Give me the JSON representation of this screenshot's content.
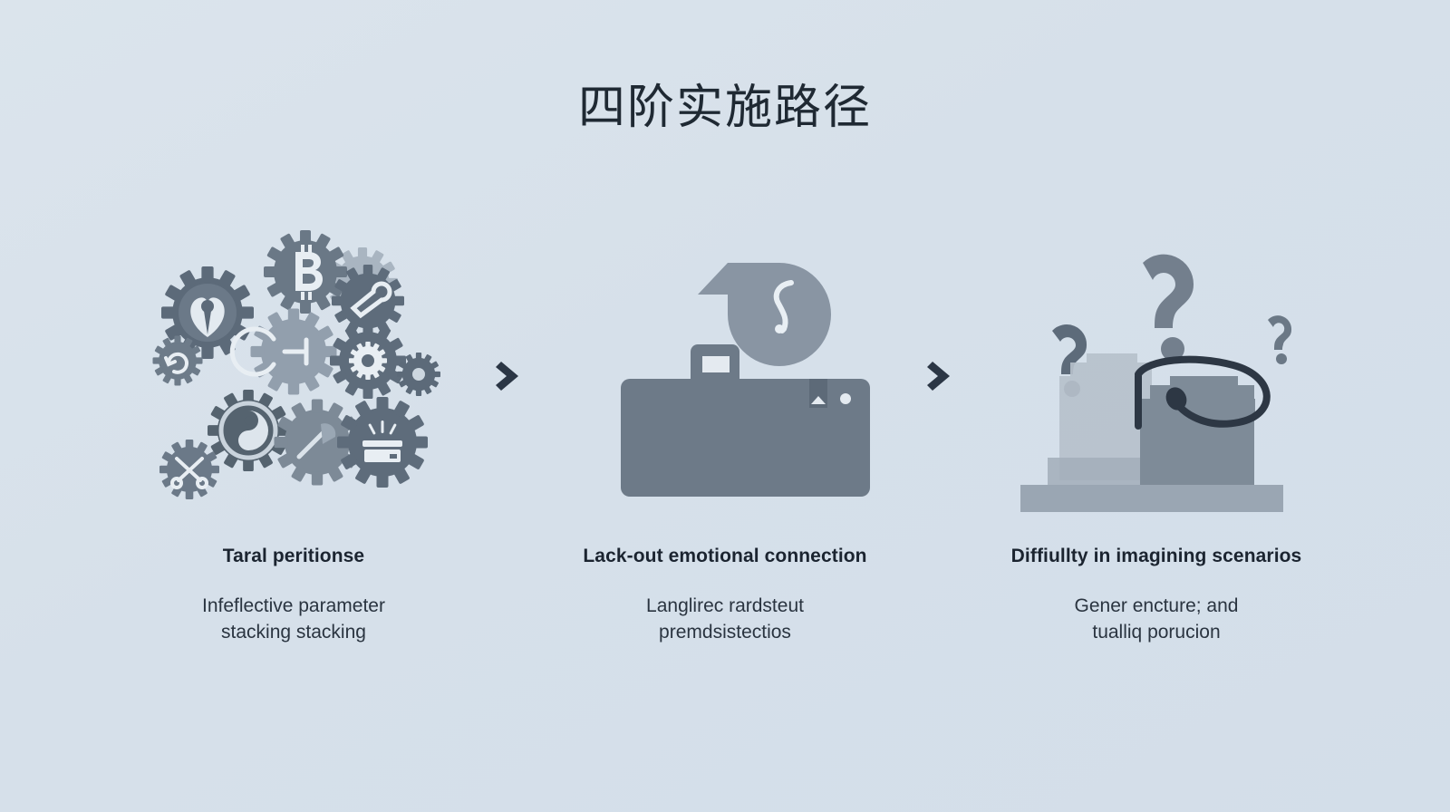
{
  "title": "四阶实施路径",
  "colors": {
    "background_top": "#dbe4ec",
    "background_bottom": "#d3dee9",
    "title_text": "#1f2933",
    "heading_text": "#1b2430",
    "body_text": "#2a3440",
    "arrow": "#2b3645",
    "icon_dark": "#5d6b7a",
    "icon_mid": "#7b8895",
    "icon_light": "#a8b4c0",
    "icon_pale": "#c3ccd6"
  },
  "panels": [
    {
      "icon": "gears-cluster-icon",
      "title": "Taral peritionse",
      "subtitle_line1": "Infeflective parameter",
      "subtitle_line2": "stacking  stacking"
    },
    {
      "icon": "briefcase-speech-bubble-icon",
      "title": "Lack-out emotional connection",
      "subtitle_line1": "Langlirec rardsteut",
      "subtitle_line2": "premdsistectios"
    },
    {
      "icon": "buckets-question-marks-icon",
      "title": "Diffiullty in imagining scenarios",
      "subtitle_line1": "Gener encture; and",
      "subtitle_line2": "tualliq porucion"
    }
  ],
  "separators": [
    {
      "icon": "chevron-right-icon"
    },
    {
      "icon": "chevron-right-icon"
    }
  ]
}
